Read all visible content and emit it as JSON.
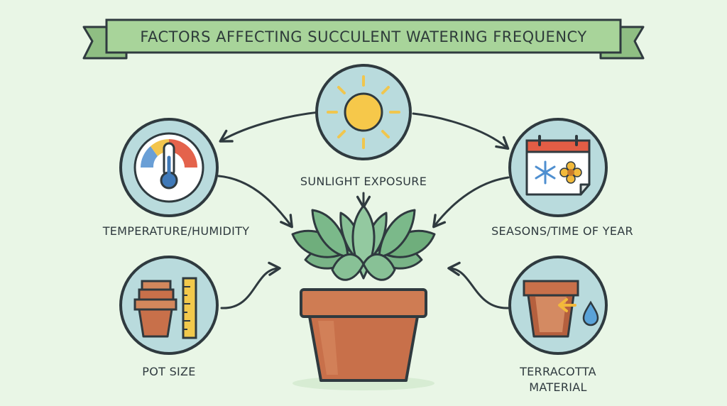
{
  "title": "FACTORS AFFECTING SUCCULENT WATERING FREQUENCY",
  "factors": {
    "sunlight": "SUNLIGHT EXPOSURE",
    "temperature": "TEMPERATURE/HUMIDITY",
    "seasons": "SEASONS/TIME OF YEAR",
    "pot_size": "POT SIZE",
    "terracotta": [
      "TERRACOTTA",
      "MATERIAL"
    ]
  },
  "colors": {
    "background": "#e9f6e6",
    "banner": "#a8d49a",
    "circle_fill": "#b9dbdd",
    "outline": "#2f3a3f",
    "terracotta": "#c8704a",
    "leaf": "#6fae7c",
    "sun": "#f6c84a"
  },
  "icons": [
    "sun-icon",
    "thermometer-gauge-icon",
    "calendar-icon",
    "snowflake-icon",
    "flower-icon",
    "stacked-pots-icon",
    "ruler-icon",
    "terracotta-pot-icon",
    "water-drop-icon",
    "succulent-plant-icon"
  ]
}
